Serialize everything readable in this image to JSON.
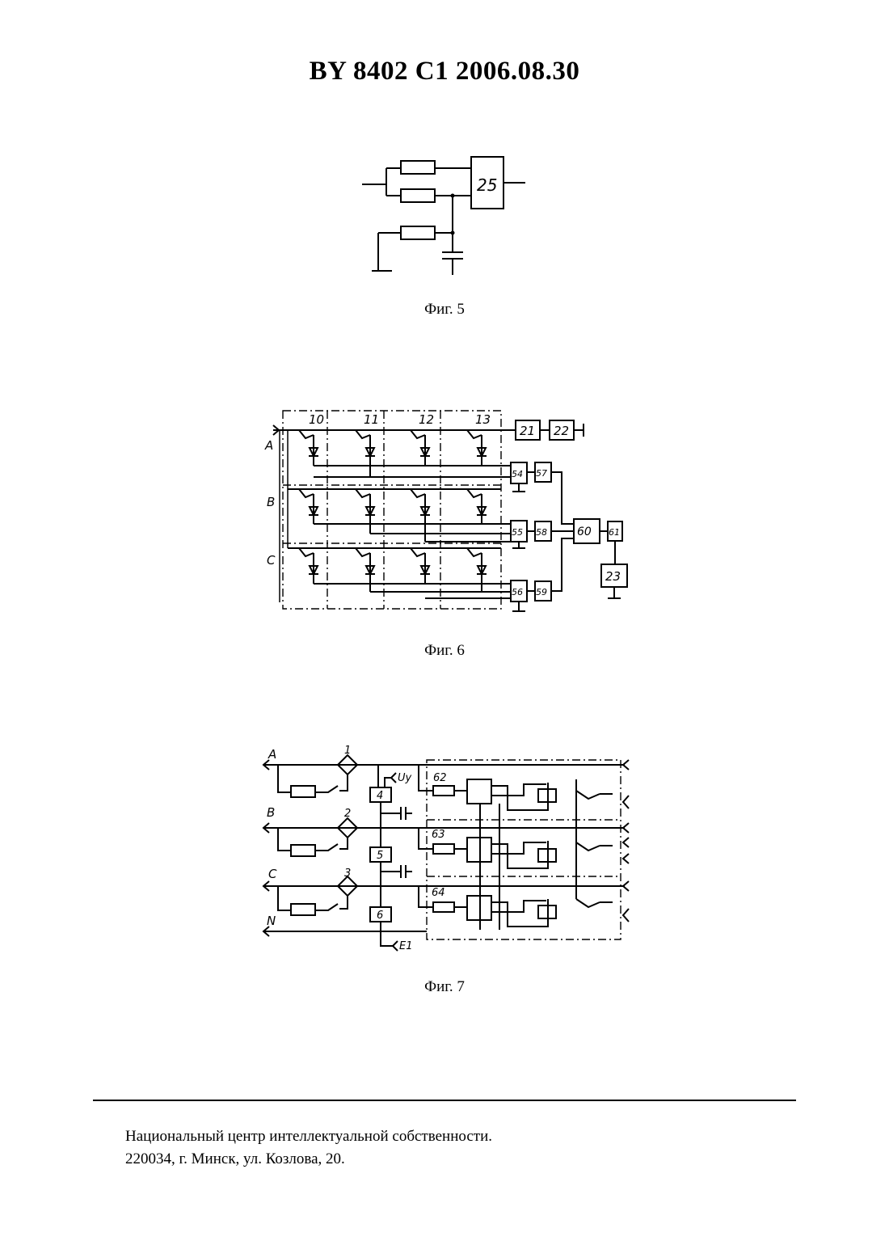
{
  "header": {
    "title": "BY  8402  C1  2006.08.30"
  },
  "figures": [
    {
      "caption": "Фиг. 5",
      "labels": {
        "block25": "25"
      }
    },
    {
      "caption": "Фиг. 6",
      "labels": {
        "l10": "10",
        "l11": "11",
        "l12": "12",
        "l13": "13",
        "b21": "21",
        "b22": "22",
        "b23": "23",
        "b54": "54",
        "b55": "55",
        "b56": "56",
        "b57": "57",
        "b58": "58",
        "b59": "59",
        "b60": "60",
        "b61": "61",
        "phaseA": "A",
        "phaseB": "B",
        "phaseC": "C"
      }
    },
    {
      "caption": "Фиг. 7",
      "labels": {
        "phaseA": "A",
        "phaseB": "B",
        "phaseC": "C",
        "neutral": "N",
        "n1": "1",
        "n2": "2",
        "n3": "3",
        "b4": "4",
        "b5": "5",
        "b6": "6",
        "n62": "62",
        "n63": "63",
        "n64": "64",
        "uy": "Uy",
        "e1": "E1"
      }
    }
  ],
  "footer": {
    "line1": "Национальный центр интеллектуальной собственности.",
    "line2": "220034, г. Минск, ул. Козлова, 20."
  }
}
